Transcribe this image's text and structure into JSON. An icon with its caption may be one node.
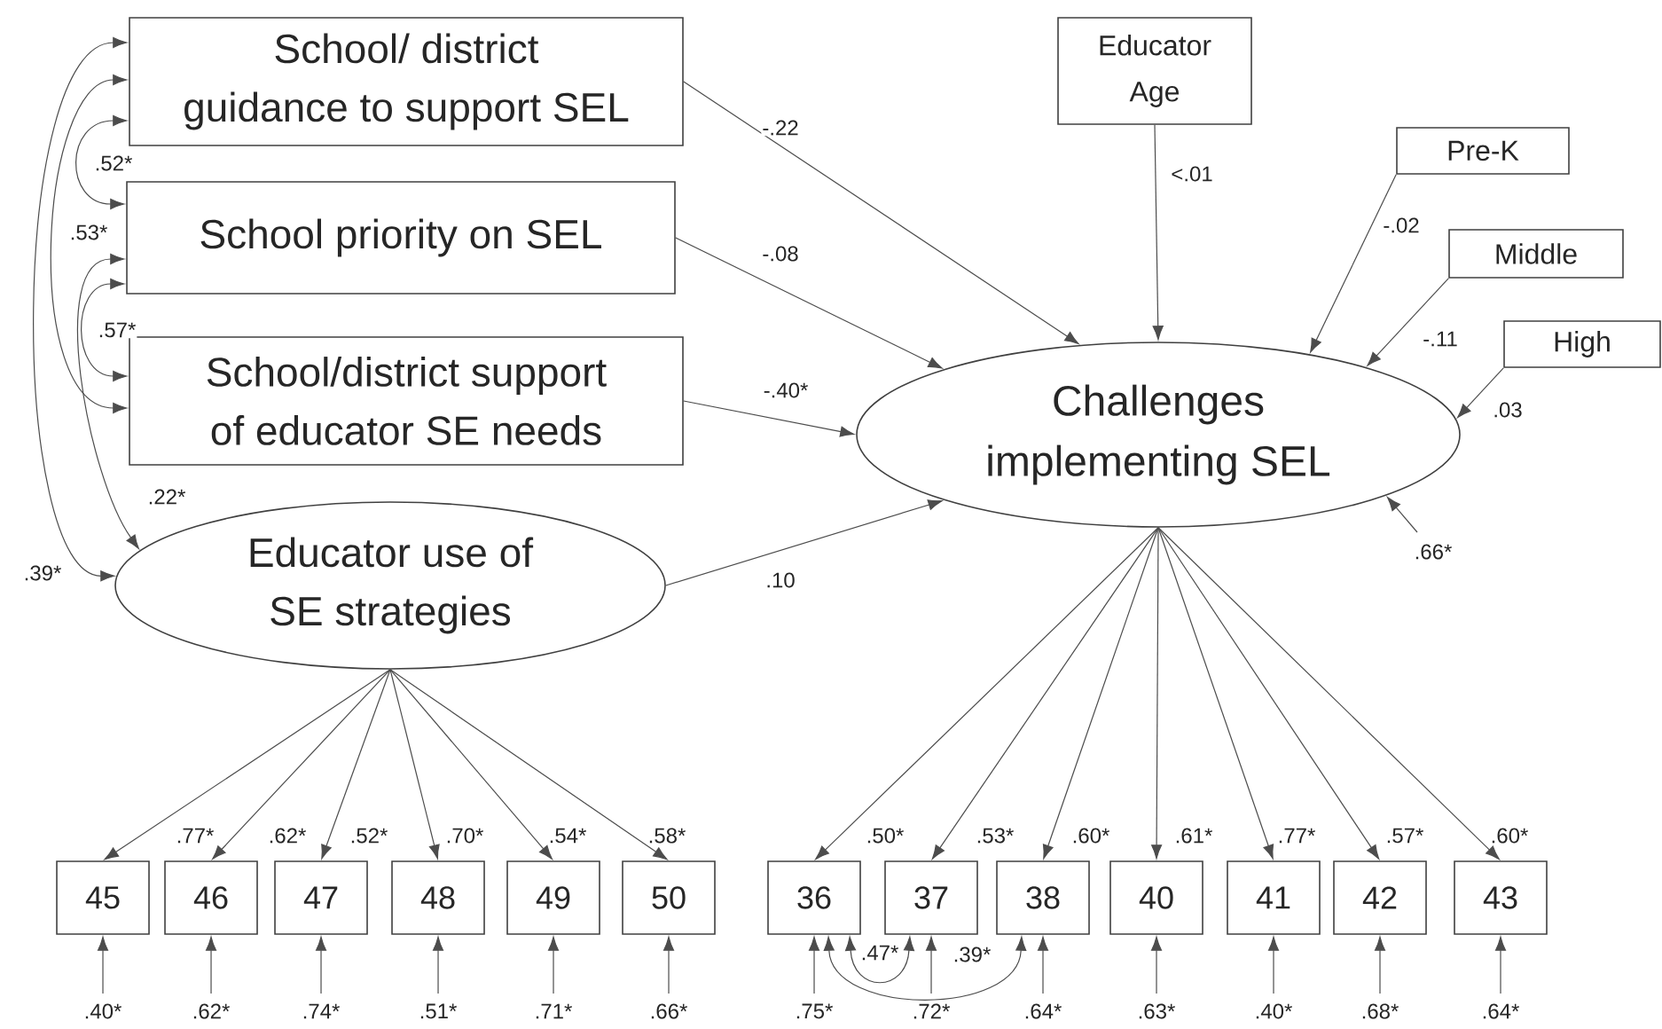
{
  "diagram": {
    "nodes": [
      {
        "text": [
          "School/ district guidance to support SEL"
        ]
      },
      {
        "text": [
          "School priority on SEL"
        ]
      },
      {
        "text": [
          "School/district support of educator SE needs"
        ]
      },
      {
        "text": [
          "Educator use of SE strategies"
        ]
      },
      {
        "text": [
          "Educator Age"
        ]
      },
      {
        "text": [
          "Pre-K"
        ]
      },
      {
        "text": [
          "Middle"
        ]
      },
      {
        "text": [
          "High"
        ]
      },
      {
        "text": [
          "Challenges implementing SEL"
        ]
      },
      {
        "text": [
          "45"
        ]
      },
      {
        "text": [
          "46"
        ]
      },
      {
        "text": [
          "47"
        ]
      },
      {
        "text": [
          "48"
        ]
      },
      {
        "text": [
          "49"
        ]
      },
      {
        "text": [
          "50"
        ]
      },
      {
        "text": [
          "36"
        ]
      },
      {
        "text": [
          "37"
        ]
      },
      {
        "text": [
          "38"
        ]
      },
      {
        "text": [
          "40"
        ]
      },
      {
        "text": [
          "41"
        ]
      },
      {
        "text": [
          "42"
        ]
      },
      {
        "text": [
          "43"
        ]
      }
    ],
    "edges": [
      {
        "from": 0,
        "to": 8,
        "arrow": "to",
        "label": "-.22"
      },
      {
        "from": 1,
        "to": 8,
        "arrow": "to",
        "label": "-.08"
      },
      {
        "from": 2,
        "to": 8,
        "arrow": "to",
        "label": "-.40*"
      },
      {
        "from": 3,
        "to": 8,
        "arrow": "to",
        "label": ".10"
      },
      {
        "from": 4,
        "to": 8,
        "arrow": "to",
        "label": "<.01"
      },
      {
        "from": 5,
        "to": 8,
        "arrow": "to",
        "label": "-.02"
      },
      {
        "from": 6,
        "to": 8,
        "arrow": "to",
        "label": "-.11"
      },
      {
        "from": 7,
        "to": 8,
        "arrow": "to",
        "label": ".03"
      },
      {
        "from": null,
        "to": 8,
        "arrow": "to",
        "label": ".66*"
      },
      {
        "from": 0,
        "to": 1,
        "arrow": "both",
        "label": ".52*"
      },
      {
        "from": 0,
        "to": 2,
        "arrow": "both",
        "label": ".53*"
      },
      {
        "from": 1,
        "to": 2,
        "arrow": "both",
        "label": ".57*"
      },
      {
        "from": 1,
        "to": 3,
        "arrow": "both",
        "label": ".22*"
      },
      {
        "from": 0,
        "to": 3,
        "arrow": "both",
        "label": ".39*"
      },
      {
        "from": 3,
        "to": 9,
        "arrow": "to",
        "label": ".77*"
      },
      {
        "from": 3,
        "to": 10,
        "arrow": "to",
        "label": ".62*"
      },
      {
        "from": 3,
        "to": 11,
        "arrow": "to",
        "label": ".52*"
      },
      {
        "from": 3,
        "to": 12,
        "arrow": "to",
        "label": ".70*"
      },
      {
        "from": 3,
        "to": 13,
        "arrow": "to",
        "label": ".54*"
      },
      {
        "from": 3,
        "to": 14,
        "arrow": "to",
        "label": ".58*"
      },
      {
        "from": 8,
        "to": 15,
        "arrow": "to",
        "label": ".50*"
      },
      {
        "from": 8,
        "to": 16,
        "arrow": "to",
        "label": ".53*"
      },
      {
        "from": 8,
        "to": 17,
        "arrow": "to",
        "label": ".60*"
      },
      {
        "from": 8,
        "to": 18,
        "arrow": "to",
        "label": ".61*"
      },
      {
        "from": 8,
        "to": 19,
        "arrow": "to",
        "label": ".77*"
      },
      {
        "from": 8,
        "to": 20,
        "arrow": "to",
        "label": ".57*"
      },
      {
        "from": 8,
        "to": 21,
        "arrow": "to",
        "label": ".60*"
      },
      {
        "from": null,
        "to": 9,
        "arrow": "to",
        "label": ".40*"
      },
      {
        "from": null,
        "to": 10,
        "arrow": "to",
        "label": ".62*"
      },
      {
        "from": null,
        "to": 11,
        "arrow": "to",
        "label": ".74*"
      },
      {
        "from": null,
        "to": 12,
        "arrow": "to",
        "label": ".51*"
      },
      {
        "from": null,
        "to": 13,
        "arrow": "to",
        "label": ".71*"
      },
      {
        "from": null,
        "to": 14,
        "arrow": "to",
        "label": ".66*"
      },
      {
        "from": null,
        "to": 15,
        "arrow": "to",
        "label": ".75*"
      },
      {
        "from": null,
        "to": 16,
        "arrow": "to",
        "label": ".72*"
      },
      {
        "from": null,
        "to": 17,
        "arrow": "to",
        "label": ".64*"
      },
      {
        "from": null,
        "to": 18,
        "arrow": "to",
        "label": ".63*"
      },
      {
        "from": null,
        "to": 19,
        "arrow": "to",
        "label": ".40*"
      },
      {
        "from": null,
        "to": 20,
        "arrow": "to",
        "label": ".68*"
      },
      {
        "from": null,
        "to": 21,
        "arrow": "to",
        "label": ".64*"
      },
      {
        "from": 15,
        "to": 16,
        "arrow": "both",
        "label": ".47*"
      },
      {
        "from": 15,
        "to": 17,
        "arrow": "both",
        "label": ".39*"
      }
    ]
  }
}
